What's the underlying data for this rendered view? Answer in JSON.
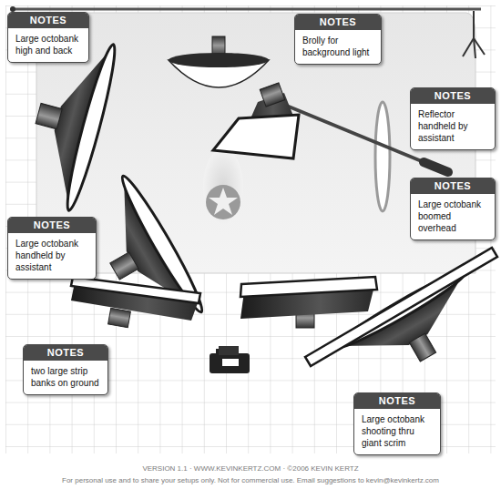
{
  "diagram": {
    "nodes": [
      {
        "text": [
          "NOTES",
          "Large octobank high and back"
        ]
      },
      {
        "text": [
          "NOTES",
          "Brolly for background light"
        ]
      },
      {
        "text": [
          "NOTES",
          "Reflector handheld by assistant"
        ]
      },
      {
        "text": [
          "NOTES",
          "Large octobank boomed overhead"
        ]
      },
      {
        "text": [
          "NOTES",
          "Large octobank handheld by assistant"
        ]
      },
      {
        "text": [
          "NOTES",
          "two large strip banks on ground"
        ]
      },
      {
        "text": [
          "NOTES",
          "Large octobank shooting thru giant scrim"
        ]
      }
    ],
    "labels": [
      "VERSION 1.1 · WWW.KEVINKERTZ.COM · ©2006 KEVIN KERTZ",
      "For personal use and to share your setups only. Not for commercial use. Email suggestions to kevin@kevinkertz.com"
    ]
  }
}
